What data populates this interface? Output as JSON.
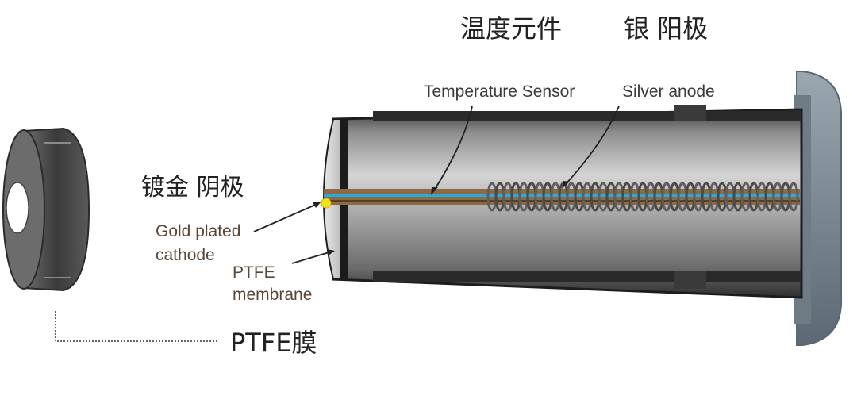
{
  "labels_cn": {
    "temperature_element": "温度元件",
    "silver_anode": "银 阳极",
    "gold_cathode": "镀金 阴极",
    "ptfe_membrane": "PTFE膜"
  },
  "labels_en": {
    "temperature_sensor": "Temperature Sensor",
    "silver_anode": "Silver anode",
    "gold_plated_line1": "Gold plated",
    "gold_plated_line2": "cathode",
    "ptfe_line1": "PTFE",
    "ptfe_line2": "membrane"
  },
  "colors": {
    "body_gray": "#8a8a8a",
    "dark_edge": "#2a2a2a",
    "sensor_blue": "#2aa8e0",
    "copper": "#8b6a45",
    "gold": "#f2e21a",
    "cap_gray": "#7c8a96"
  }
}
